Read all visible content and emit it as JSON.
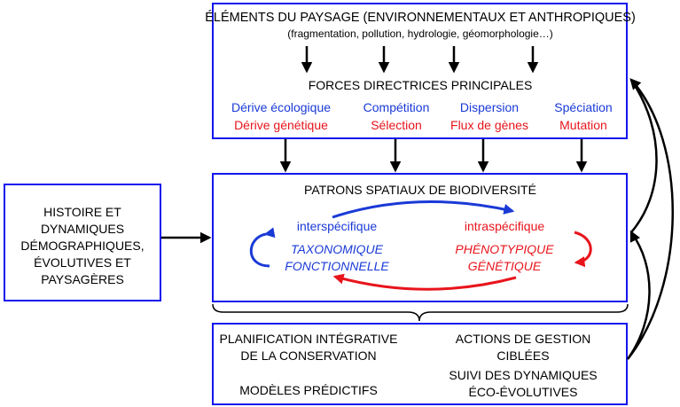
{
  "top_box": {
    "title": "ÉLÉMENTS DU PAYSAGE (ENVIRONNEMENTAUX ET ANTHROPIQUES)",
    "subtitle": "(fragmentation, pollution, hydrologie, géomorphologie…)",
    "forces_title": "FORCES DIRECTRICES PRINCIPALES",
    "forces": [
      {
        "blue": "Dérive écologique",
        "red": "Dérive génétique"
      },
      {
        "blue": "Compétition",
        "red": "Sélection"
      },
      {
        "blue": "Dispersion",
        "red": "Flux de gènes"
      },
      {
        "blue": "Spéciation",
        "red": "Mutation"
      }
    ]
  },
  "left_box": {
    "lines": [
      "HISTOIRE ET",
      "DYNAMIQUES",
      "DÉMOGRAPHIQUES,",
      "ÉVOLUTIVES ET",
      "PAYSAGÈRES"
    ]
  },
  "middle_box": {
    "title": "PATRONS SPATIAUX DE BIODIVERSITÉ",
    "inter_label": "interspécifique",
    "inter_lines": [
      "TAXONOMIQUE",
      "FONCTIONNELLE"
    ],
    "intra_label": "intraspécifique",
    "intra_lines": [
      "PHÉNOTYPIQUE",
      "GÉNÉTIQUE"
    ]
  },
  "bottom_box": {
    "left_lines": [
      "PLANIFICATION INTÉGRATIVE",
      "DE LA CONSERVATION"
    ],
    "left_bottom": "MODÈLES PRÉDICTIFS",
    "right_lines": [
      "ACTIONS DE GESTION",
      "CIBLÉES"
    ],
    "right_bottom_lines": [
      "SUIVI DES DYNAMIQUES",
      "ÉCO-ÉVOLUTIVES"
    ]
  },
  "colors": {
    "border": "#1414ee",
    "blue": "#1a3ad6",
    "red": "#e8141c"
  }
}
